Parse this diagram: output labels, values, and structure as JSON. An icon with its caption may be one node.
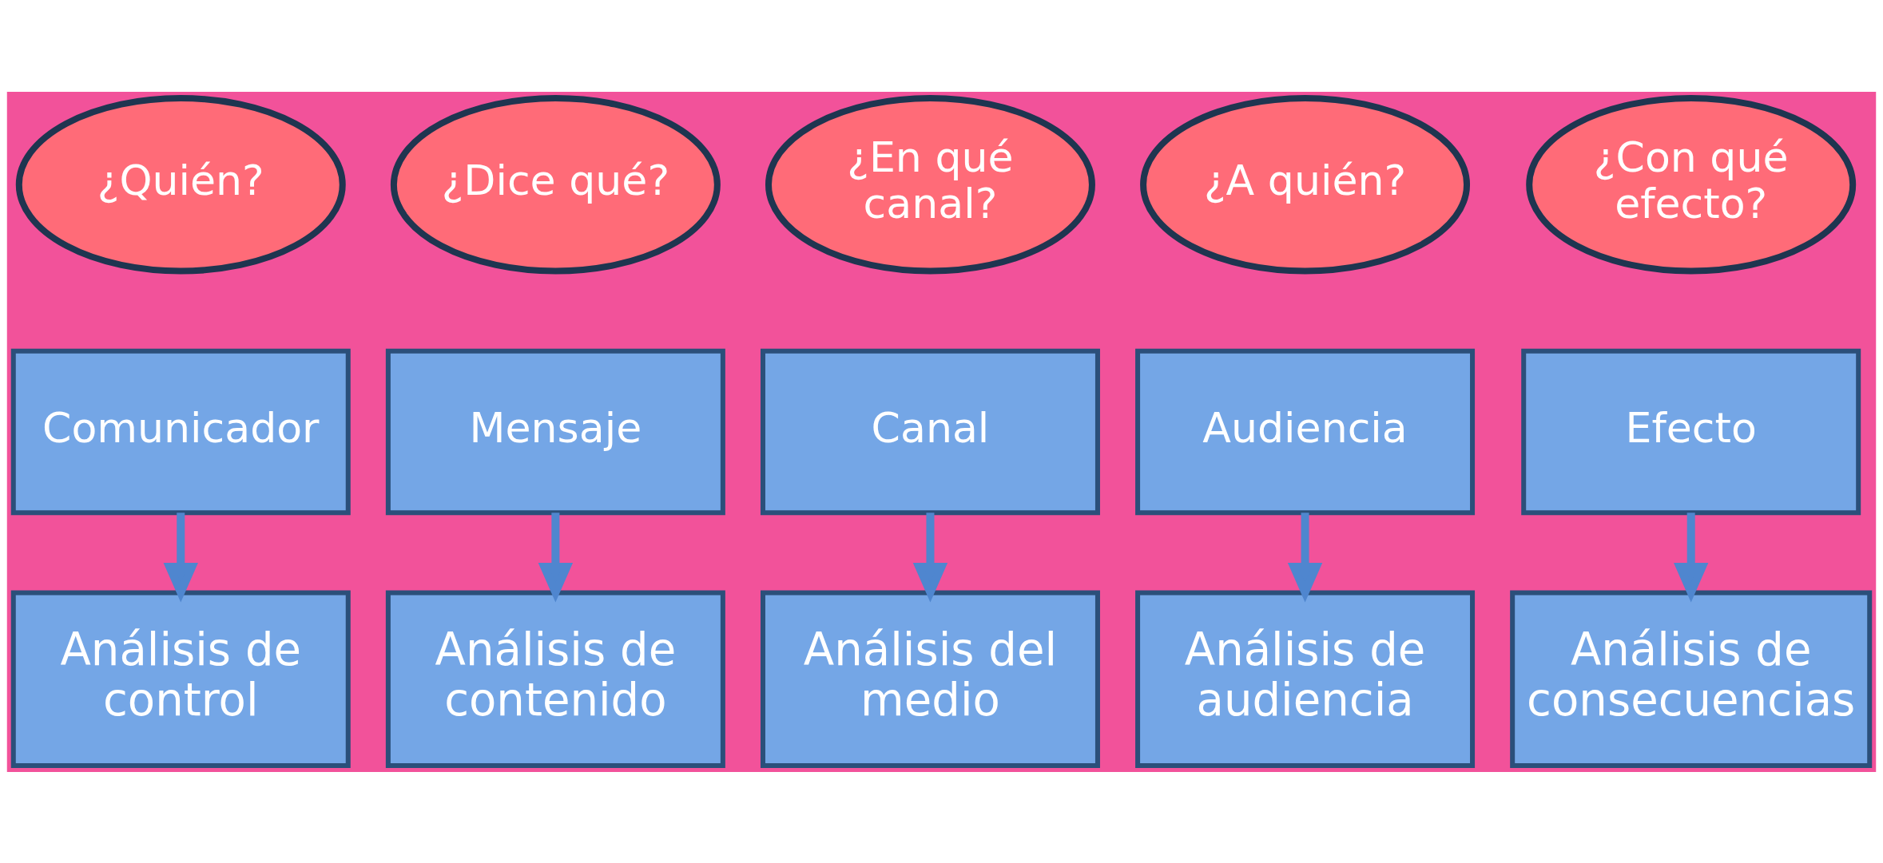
{
  "diagram": {
    "nodes": [
      {
        "text": [
          "¿Quién?"
        ]
      },
      {
        "text": [
          "¿Dice qué?"
        ]
      },
      {
        "text": [
          "¿En qué canal?"
        ]
      },
      {
        "text": [
          "¿A quién?"
        ]
      },
      {
        "text": [
          "¿Con qué efecto?"
        ]
      },
      {
        "text": [
          "Comunicador"
        ]
      },
      {
        "text": [
          "Mensaje"
        ]
      },
      {
        "text": [
          "Canal"
        ]
      },
      {
        "text": [
          "Audiencia"
        ]
      },
      {
        "text": [
          "Efecto"
        ]
      },
      {
        "text": [
          "Análisis de control"
        ]
      },
      {
        "text": [
          "Análisis de contenido"
        ]
      },
      {
        "text": [
          "Análisis del medio"
        ]
      },
      {
        "text": [
          "Análisis de audiencia"
        ]
      },
      {
        "text": [
          "Análisis de consecuencias"
        ]
      }
    ],
    "edges": [
      {
        "from": 5,
        "to": 10,
        "arrow": "to"
      },
      {
        "from": 6,
        "to": 11,
        "arrow": "to"
      },
      {
        "from": 7,
        "to": 12,
        "arrow": "to"
      },
      {
        "from": 8,
        "to": 13,
        "arrow": "to"
      },
      {
        "from": 9,
        "to": 14,
        "arrow": "to"
      }
    ]
  }
}
